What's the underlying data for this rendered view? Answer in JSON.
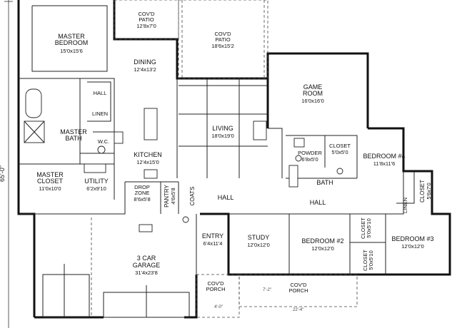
{
  "overall_dimension": "65'-0\"",
  "small_dims": [
    "4'-0\"",
    "22'-4\"",
    "7'-2\""
  ],
  "rooms": [
    {
      "id": "master-bedroom",
      "name": "MASTER\nBEDROOM",
      "size": "15'0x15'6"
    },
    {
      "id": "covd-patio-1",
      "name": "COV'D\nPATIO",
      "size": "12'8x7'0"
    },
    {
      "id": "covd-patio-2",
      "name": "COV'D\nPATIO",
      "size": "18'6x15'2"
    },
    {
      "id": "dining",
      "name": "DINING",
      "size": "12'4x13'2"
    },
    {
      "id": "game-room",
      "name": "GAME\nROOM",
      "size": "16'0x16'0"
    },
    {
      "id": "hall-1",
      "name": "HALL",
      "size": ""
    },
    {
      "id": "linen-1",
      "name": "LINEN",
      "size": ""
    },
    {
      "id": "master-bath",
      "name": "MASTER\nBATH",
      "size": ""
    },
    {
      "id": "wc",
      "name": "W.C.",
      "size": ""
    },
    {
      "id": "living",
      "name": "LIVING",
      "size": "18'0x19'0"
    },
    {
      "id": "closet-1",
      "name": "CLOSET",
      "size": "5'0x5'0"
    },
    {
      "id": "powder",
      "name": "POWDER",
      "size": "6'8x5'0"
    },
    {
      "id": "bedroom-4",
      "name": "BEDROOM #4",
      "size": "11'8x11'6"
    },
    {
      "id": "kitchen",
      "name": "KITCHEN",
      "size": "12'4x15'0"
    },
    {
      "id": "master-closet",
      "name": "MASTER\nCLOSET",
      "size": "11'0x10'0"
    },
    {
      "id": "utility",
      "name": "UTILITY",
      "size": "6'2x9'10"
    },
    {
      "id": "drop-zone",
      "name": "DROP\nZONE",
      "size": "8'6x5'8"
    },
    {
      "id": "pantry",
      "name": "PANTRY",
      "size": "4'6x5'8"
    },
    {
      "id": "coats",
      "name": "COATS",
      "size": ""
    },
    {
      "id": "hall-2",
      "name": "HALL",
      "size": ""
    },
    {
      "id": "bath",
      "name": "BATH",
      "size": ""
    },
    {
      "id": "hall-3",
      "name": "HALL",
      "size": ""
    },
    {
      "id": "closet-2",
      "name": "CLOSET",
      "size": "5'6x7'0"
    },
    {
      "id": "linen-2",
      "name": "LINEN",
      "size": ""
    },
    {
      "id": "entry",
      "name": "ENTRY",
      "size": "6'4x11'4"
    },
    {
      "id": "study",
      "name": "STUDY",
      "size": "12'0x12'0"
    },
    {
      "id": "bedroom-2",
      "name": "BEDROOM #2",
      "size": "12'0x12'0"
    },
    {
      "id": "closet-3",
      "name": "CLOSET",
      "size": "5'0x5'10"
    },
    {
      "id": "bedroom-3",
      "name": "BEDROOM #3",
      "size": "12'0x12'0"
    },
    {
      "id": "closet-4",
      "name": "CLOSET",
      "size": "5'0x5'10"
    },
    {
      "id": "garage",
      "name": "3 CAR\nGARAGE",
      "size": "31'4x23'8"
    },
    {
      "id": "covd-porch-1",
      "name": "COV'D\nPORCH",
      "size": ""
    },
    {
      "id": "covd-porch-2",
      "name": "COV'D\nPORCH",
      "size": ""
    }
  ]
}
